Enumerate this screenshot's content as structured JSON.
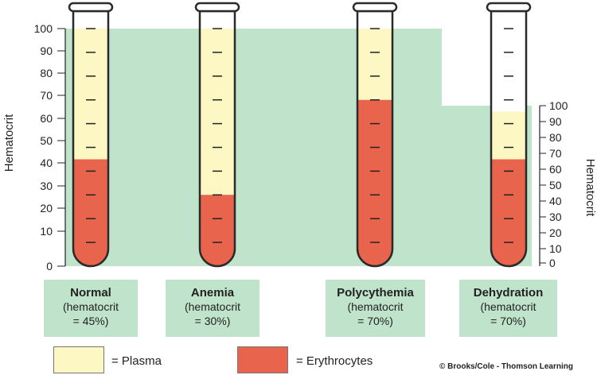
{
  "left_axis": {
    "title": "Hematocrit",
    "ticks": [
      "100",
      "90",
      "80",
      "70",
      "60",
      "50",
      "40",
      "30",
      "20",
      "10",
      "0"
    ]
  },
  "right_axis": {
    "title": "Hematocrit",
    "ticks": [
      "100",
      "90",
      "80",
      "70",
      "60",
      "50",
      "40",
      "30",
      "20",
      "10",
      "0"
    ]
  },
  "tubes": [
    {
      "name": "Normal",
      "sub1": "(hematocrit",
      "sub2": "= 45%)",
      "erythrocytes_pct": 45,
      "total_pct": 100
    },
    {
      "name": "Anemia",
      "sub1": "(hematocrit",
      "sub2": "= 30%)",
      "erythrocytes_pct": 30,
      "total_pct": 100
    },
    {
      "name": "Polycythemia",
      "sub1": "(hematocrit",
      "sub2": "= 70%)",
      "erythrocytes_pct": 70,
      "total_pct": 100
    },
    {
      "name": "Dehydration",
      "sub1": "(hematocrit",
      "sub2": "= 70%)",
      "erythrocytes_pct": 45,
      "total_pct": 65
    }
  ],
  "legend": {
    "plasma_label": "= Plasma",
    "erythrocytes_label": "= Erythrocytes"
  },
  "credit": "© Brooks/Cole - Thomson Learning",
  "colors": {
    "background_band": "#bfe3cb",
    "plasma": "#fdf7c3",
    "erythrocytes": "#e8644c",
    "tube_outline": "#2a2a2a"
  }
}
